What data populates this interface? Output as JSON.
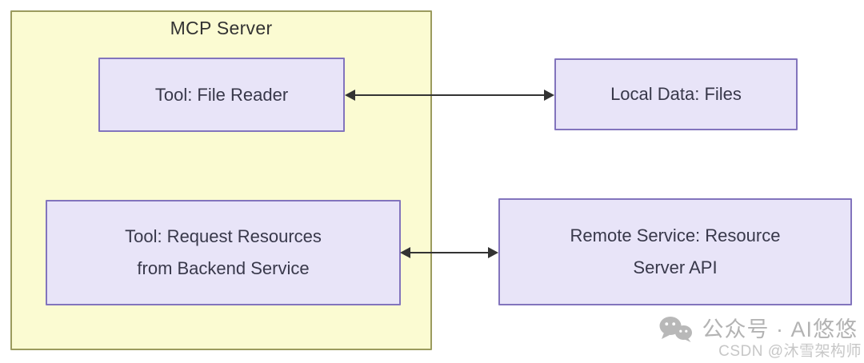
{
  "diagram": {
    "type": "architecture-diagram",
    "container": {
      "title": "MCP Server",
      "fill": "#fbfbd2",
      "border": "#9b9b5e"
    },
    "nodes": {
      "file_reader": {
        "label": "Tool: File Reader"
      },
      "request_resources": {
        "line1": "Tool: Request Resources",
        "line2": "from Backend Service"
      },
      "local_data": {
        "label": "Local Data: Files"
      },
      "remote_service": {
        "line1": "Remote Service: Resource",
        "line2": "Server API"
      }
    },
    "node_style": {
      "fill": "#e8e4f8",
      "border": "#8274bd",
      "text_color": "#38384a"
    },
    "edges": [
      {
        "from": "Tool: File Reader",
        "to": "Local Data: Files",
        "bidirectional": true
      },
      {
        "from": "Tool: Request Resources from Backend Service",
        "to": "Remote Service: Resource Server API",
        "bidirectional": true
      }
    ],
    "arrow_color": "#333333"
  },
  "watermark": {
    "icon": "wechat-icon",
    "line1": "公众号 · AI悠悠",
    "line2": "CSDN @沐雪架构师",
    "color_line1": "#b3b3b3",
    "color_line2": "#c7c7c7"
  }
}
